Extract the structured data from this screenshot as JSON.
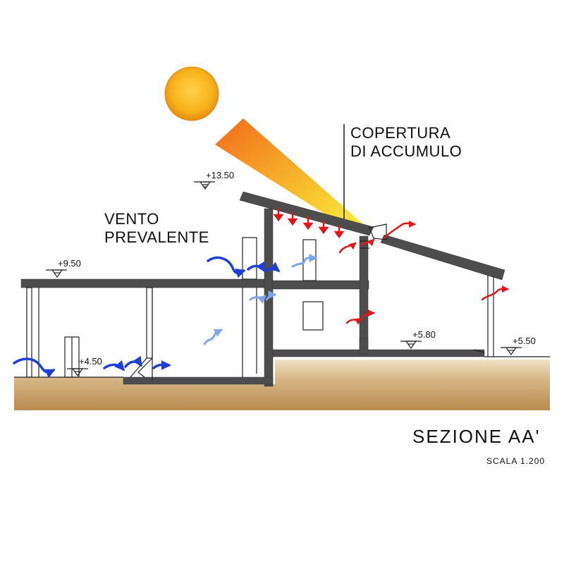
{
  "labels": {
    "roof_note_line1": "COPERTURA",
    "roof_note_line2": "DI ACCUMULO",
    "wind_line1": "VENTO",
    "wind_line2": "PREVALENTE"
  },
  "levels": {
    "top": "+13.50",
    "left_roof": "+9.50",
    "ground_left": "+4.50",
    "terrace": "+5.80",
    "right_ground": "+5.50"
  },
  "footer": {
    "title": "SEZIONE AA'",
    "scale": "SCALA 1.200"
  },
  "colors": {
    "structure": "#4d4d4d",
    "ground": "#c49a5e",
    "ground_light": "#e8d5b0",
    "sun": "#f5a800",
    "cold_air": "#1f3fd6",
    "cool_air_light": "#7fa6e8",
    "warm_air": "#e8141c"
  }
}
